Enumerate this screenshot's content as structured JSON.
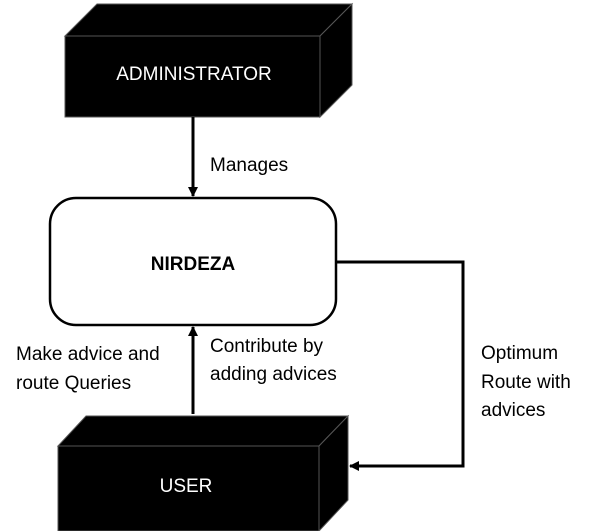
{
  "nodes": {
    "administrator": {
      "label": "ADMINISTRATOR"
    },
    "nirdeza": {
      "label": "NIRDEZA"
    },
    "user": {
      "label": "USER"
    }
  },
  "edges": {
    "manages": {
      "lines": [
        "Manages"
      ]
    },
    "queries": {
      "lines": [
        "Make advice and",
        "route Queries"
      ]
    },
    "contribute": {
      "lines": [
        "Contribute by",
        "adding advices"
      ]
    },
    "optimum": {
      "lines": [
        "Optimum",
        "Route with",
        "advices"
      ]
    }
  }
}
